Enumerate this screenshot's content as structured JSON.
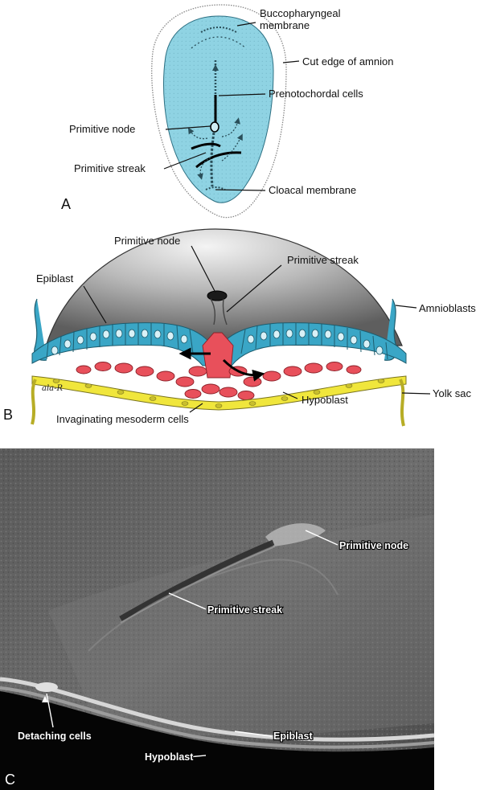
{
  "panels": {
    "a": {
      "letter": "A",
      "labels": {
        "buccopharyngeal_1": "Buccopharyngeal",
        "buccopharyngeal_2": "membrane",
        "cut_edge": "Cut edge of amnion",
        "prenotochordal": "Prenotochordal cells",
        "primitive_node": "Primitive node",
        "primitive_streak": "Primitive streak",
        "cloacal": "Cloacal membrane"
      }
    },
    "b": {
      "letter": "B",
      "signature": "ala-R",
      "labels": {
        "primitive_node": "Primitive node",
        "primitive_streak": "Primitive streak",
        "epiblast": "Epiblast",
        "amnioblasts": "Amnioblasts",
        "yolk_sac": "Yolk sac",
        "hypoblast": "Hypoblast",
        "invaginating": "Invaginating mesoderm cells"
      }
    },
    "c": {
      "letter": "C",
      "labels": {
        "primitive_node": "Primitive node",
        "primitive_streak": "Primitive streak",
        "epiblast": "Epiblast",
        "detaching": "Detaching cells",
        "hypoblast": "Hypoblast"
      }
    }
  },
  "colors": {
    "embryonic_disc": "#8fd3e3",
    "epiblast_cells": "#3aa6c6",
    "mesoderm_cells": "#e8505b",
    "hypoblast_cells": "#f0e63c",
    "amnion_surface": "#9a9a9a"
  }
}
